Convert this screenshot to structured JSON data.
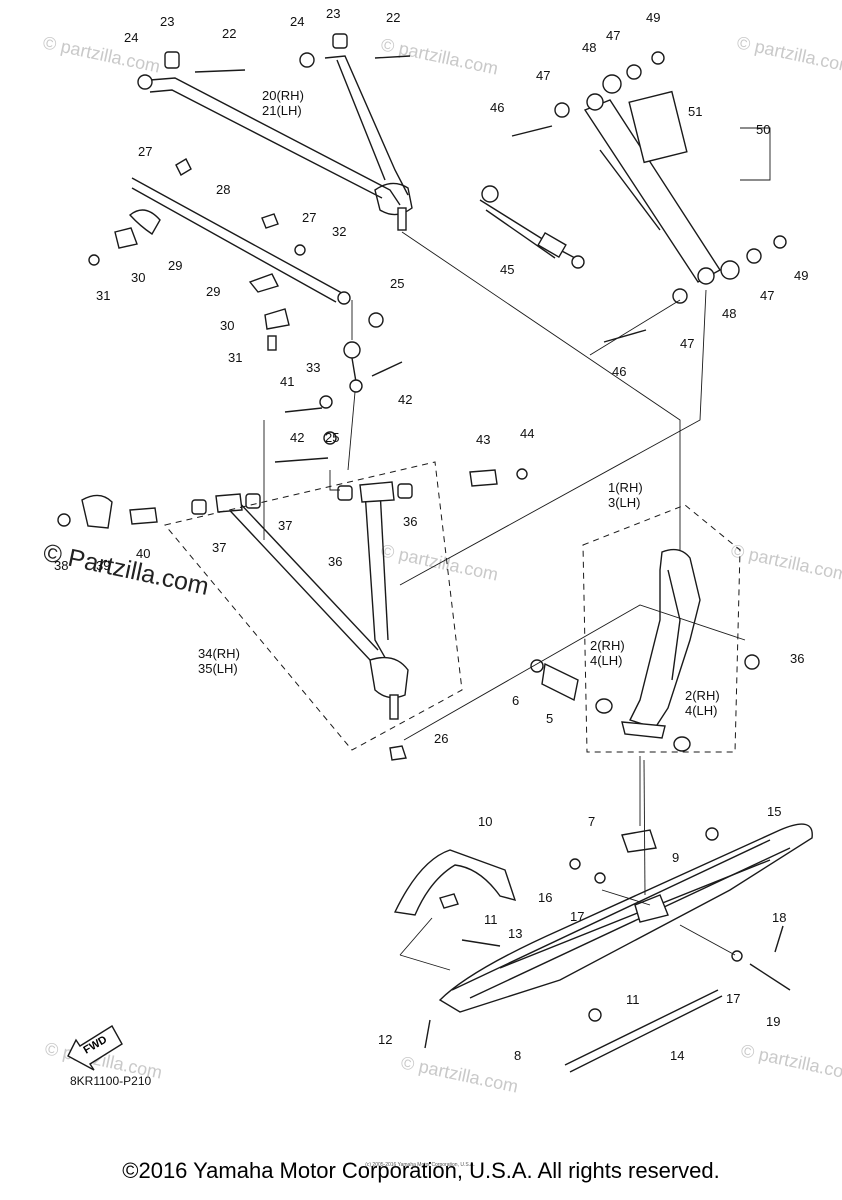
{
  "watermark": {
    "brand": "Partzilla.com",
    "mark": "© Partzilla.com",
    "tile": "© partzilla.com"
  },
  "diagram_code": "8KR1100-P210",
  "fwd_label": "FWD",
  "footer": "©2016 Yamaha Motor Corporation, U.S.A. All rights reserved.",
  "tiny_credit": "(c) 2005-2016 Yamaha Motor Corporation, U.S.A.",
  "callouts": {
    "c1_3": [
      "1(RH)",
      "3(LH)"
    ],
    "c2_4a": [
      "2(RH)",
      "4(LH)"
    ],
    "c2_4b": [
      "2(RH)",
      "4(LH)"
    ],
    "c5": "5",
    "c6": "6",
    "c7": "7",
    "c8": "8",
    "c9": "9",
    "c10": "10",
    "c11a": "11",
    "c11b": "11",
    "c12": "12",
    "c13": "13",
    "c14": "14",
    "c15": "15",
    "c16": "16",
    "c17a": "17",
    "c17b": "17",
    "c18": "18",
    "c19": "19",
    "c20_21": [
      "20(RH)",
      "21(LH)"
    ],
    "c22a": "22",
    "c22b": "22",
    "c23a": "23",
    "c23b": "23",
    "c24a": "24",
    "c24b": "24",
    "c25a": "25",
    "c25b": "25",
    "c26": "26",
    "c27a": "27",
    "c27b": "27",
    "c28": "28",
    "c29a": "29",
    "c29b": "29",
    "c30a": "30",
    "c30b": "30",
    "c31a": "31",
    "c31b": "31",
    "c32": "32",
    "c33": "33",
    "c34_35": [
      "34(RH)",
      "35(LH)"
    ],
    "c36a": "36",
    "c36b": "36",
    "c36c": "36",
    "c37a": "37",
    "c37b": "37",
    "c38": "38",
    "c39": "39",
    "c40": "40",
    "c41": "41",
    "c42a": "42",
    "c42b": "42",
    "c43": "43",
    "c44": "44",
    "c45": "45",
    "c46a": "46",
    "c46b": "46",
    "c47a": "47",
    "c47b": "47",
    "c47c": "47",
    "c47d": "47",
    "c48a": "48",
    "c48b": "48",
    "c49a": "49",
    "c49b": "49",
    "c50": "50",
    "c51": "51"
  }
}
